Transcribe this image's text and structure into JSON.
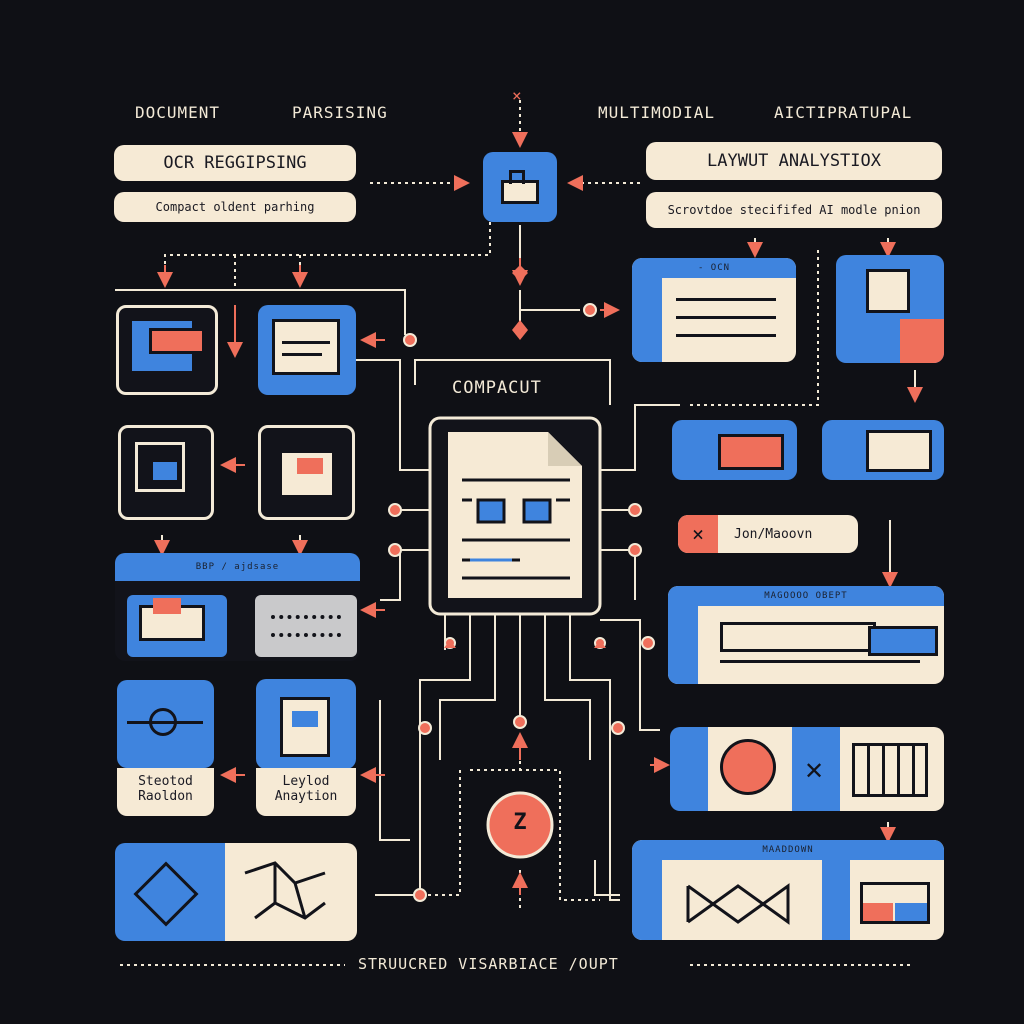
{
  "labels": {
    "doc_parsing_left": "DOCUMENT",
    "doc_parsing_right": "PARSISING",
    "multimodal_left": "MULTIMODIAL",
    "multimodal_right": "AICTIPRATUPAL",
    "core_title": "COMPACUT",
    "footer": "STRUUCRED VISARBIACE /OUPT"
  },
  "pills": {
    "ocr": "OCR REGGIPSING",
    "compact_parsing": "Compact oldent parhing",
    "layout_analysis": "LAYWUT ANALYSTIOX",
    "structured_ai": "Scrovtdoe stecififed AI modle pnion",
    "json_markdown": "Jon/Maoovn"
  },
  "headers": {
    "ocr_window": "- OCN",
    "bbp_window": "BBP / ajdsase",
    "markdown_output": "MAGOOOO OBEPT",
    "markdown": "MAADDOWN"
  },
  "captions": {
    "structured_rendition": "Steotod\nRaoldon",
    "layout_analysis": "Leylod\nAnaytion"
  },
  "badges": {
    "json_marker": "×",
    "core_node": "Z"
  },
  "colors": {
    "background": "#0f1015",
    "blue": "#3f84de",
    "cream": "#f6ead5",
    "coral": "#ef6f5b",
    "line": "#f3ead7"
  }
}
